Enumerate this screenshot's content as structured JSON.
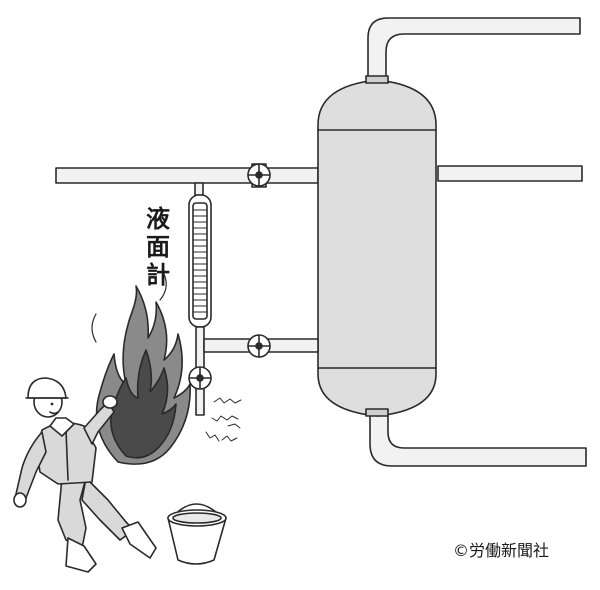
{
  "illustration": {
    "gauge_label_chars": [
      "液",
      "面",
      "計"
    ],
    "copyright": "©労働新聞社"
  },
  "colors": {
    "line": "#2a2a2a",
    "pipe_fill": "#f2f2f2",
    "tank_fill": "#dedede",
    "flame_dark": "#4a4a4a",
    "flame_mid": "#8a8a8a",
    "clothing": "#d9d9d9"
  },
  "icons": {
    "valves": [
      "valve-wheel-icon",
      "valve-wheel-icon",
      "valve-wheel-icon"
    ],
    "fire": "flame-icon",
    "bucket": "bucket-icon",
    "worker": "worker-figure-icon"
  }
}
